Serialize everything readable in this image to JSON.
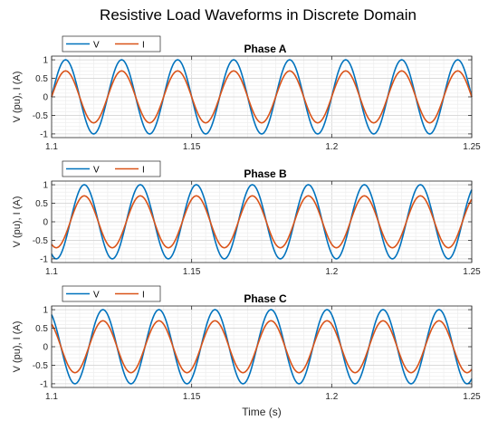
{
  "figure": {
    "title": "Resistive Load Waveforms in Discrete Domain",
    "xlabel": "Time (s)",
    "ylabel": "V (pu), I (A)"
  },
  "colors": {
    "voltage": "#0072BD",
    "current": "#D95319",
    "grid": "#e3e3e3",
    "axis": "#262626"
  },
  "chart_data": [
    {
      "type": "line",
      "title": "Phase A",
      "xlabel": "",
      "ylabel": "V (pu), I (A)",
      "xlim": [
        1.1,
        1.25
      ],
      "ylim": [
        -1.1,
        1.1
      ],
      "xticks": [
        1.1,
        1.15,
        1.2,
        1.25
      ],
      "xtick_labels": [
        "1.1",
        "1.15",
        "1.2",
        "1.25"
      ],
      "yticks": [
        -1,
        -0.5,
        0,
        0.5,
        1
      ],
      "ytick_labels": [
        "-1",
        "-0.5",
        "0",
        "0.5",
        "1"
      ],
      "grid": true,
      "legend": "top-left",
      "series": [
        {
          "name": "V",
          "waveform": "sine",
          "amplitude": 1.0,
          "frequency_hz": 50,
          "phase_deg": 0
        },
        {
          "name": "I",
          "waveform": "sine",
          "amplitude": 0.7,
          "frequency_hz": 50,
          "phase_deg": 0
        }
      ]
    },
    {
      "type": "line",
      "title": "Phase B",
      "xlabel": "",
      "ylabel": "V (pu), I (A)",
      "xlim": [
        1.1,
        1.25
      ],
      "ylim": [
        -1.1,
        1.1
      ],
      "xticks": [
        1.1,
        1.15,
        1.2,
        1.25
      ],
      "xtick_labels": [
        "1.1",
        "1.15",
        "1.2",
        "1.25"
      ],
      "yticks": [
        -1,
        -0.5,
        0,
        0.5,
        1
      ],
      "ytick_labels": [
        "-1",
        "-0.5",
        "0",
        "0.5",
        "1"
      ],
      "grid": true,
      "legend": "top-left",
      "series": [
        {
          "name": "V",
          "waveform": "sine",
          "amplitude": 1.0,
          "frequency_hz": 50,
          "phase_deg": -120
        },
        {
          "name": "I",
          "waveform": "sine",
          "amplitude": 0.7,
          "frequency_hz": 50,
          "phase_deg": -120
        }
      ]
    },
    {
      "type": "line",
      "title": "Phase C",
      "xlabel": "Time (s)",
      "ylabel": "V (pu), I (A)",
      "xlim": [
        1.1,
        1.25
      ],
      "ylim": [
        -1.1,
        1.1
      ],
      "xticks": [
        1.1,
        1.15,
        1.2,
        1.25
      ],
      "xtick_labels": [
        "1.1",
        "1.15",
        "1.2",
        "1.25"
      ],
      "yticks": [
        -1,
        -0.5,
        0,
        0.5,
        1
      ],
      "ytick_labels": [
        "-1",
        "-0.5",
        "0",
        "0.5",
        "1"
      ],
      "grid": true,
      "legend": "top-left",
      "series": [
        {
          "name": "V",
          "waveform": "sine",
          "amplitude": 1.0,
          "frequency_hz": 50,
          "phase_deg": 120
        },
        {
          "name": "I",
          "waveform": "sine",
          "amplitude": 0.7,
          "frequency_hz": 50,
          "phase_deg": 120
        }
      ]
    }
  ]
}
